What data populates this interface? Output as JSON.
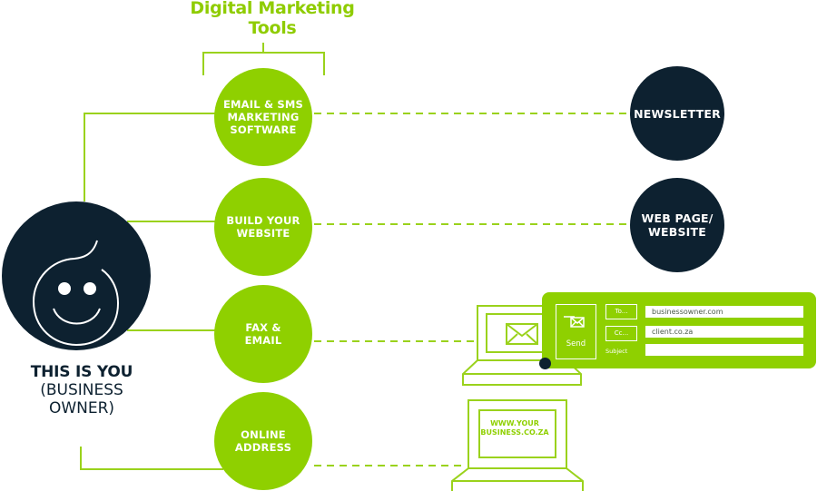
{
  "diagram": {
    "title": "Digital Marketing Tools",
    "title_line1": "Digital Marketing",
    "title_line2": "Tools",
    "colors": {
      "accent_green": "#8fd000",
      "navy": "#0d2130",
      "line_green": "#9ad21c",
      "text_white": "#ffffff"
    },
    "owner": {
      "icon": "smiley-face-icon",
      "label": "THIS IS YOU",
      "sub_line1": "(BUSINESS",
      "sub_line2": "OWNER)"
    },
    "tools": [
      {
        "line1": "EMAIL & SMS",
        "line2": "MARKETING",
        "line3": "SOFTWARE"
      },
      {
        "line1": "BUILD YOUR",
        "line2": "WEBSITE"
      },
      {
        "line1": "FAX &",
        "line2": "EMAIL"
      },
      {
        "line1": "ONLINE",
        "line2": "ADDRESS"
      }
    ],
    "outcomes": [
      {
        "line1": "NEWSLETTER"
      },
      {
        "line1": "WEB PAGE/",
        "line2": "WEBSITE"
      }
    ],
    "email_window": {
      "send_icon": "envelope-send-icon",
      "send_label": "Send",
      "to_label": "To...",
      "cc_label": "Cc...",
      "subject_label": "Subject",
      "to_value": "businessowner.com",
      "cc_value": "client.co.za",
      "subject_value": ""
    },
    "laptop_email": {
      "screen_icon": "envelope-icon"
    },
    "laptop_web": {
      "url_line1": "WWW.YOUR",
      "url_line2": "BUSINESS.CO.ZA"
    }
  }
}
